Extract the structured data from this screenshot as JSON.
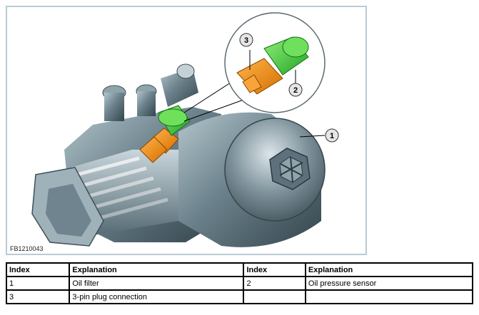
{
  "figure": {
    "id_label": "FB1210043",
    "callouts": [
      {
        "number": "1"
      },
      {
        "number": "2"
      },
      {
        "number": "3"
      }
    ],
    "colors": {
      "housing": "#5f7580",
      "housing_dark": "#3e4f58",
      "housing_light": "#a9bcc4",
      "sensor_green": "#3cc93c",
      "plug_orange": "#f08c10",
      "frame_border": "#b9cbd6"
    }
  },
  "legend": {
    "headers": [
      "Index",
      "Explanation",
      "Index",
      "Explanation"
    ],
    "rows": [
      [
        "1",
        "Oil filter",
        "2",
        "Oil pressure sensor"
      ],
      [
        "3",
        "3-pin plug connection",
        "",
        ""
      ]
    ]
  }
}
